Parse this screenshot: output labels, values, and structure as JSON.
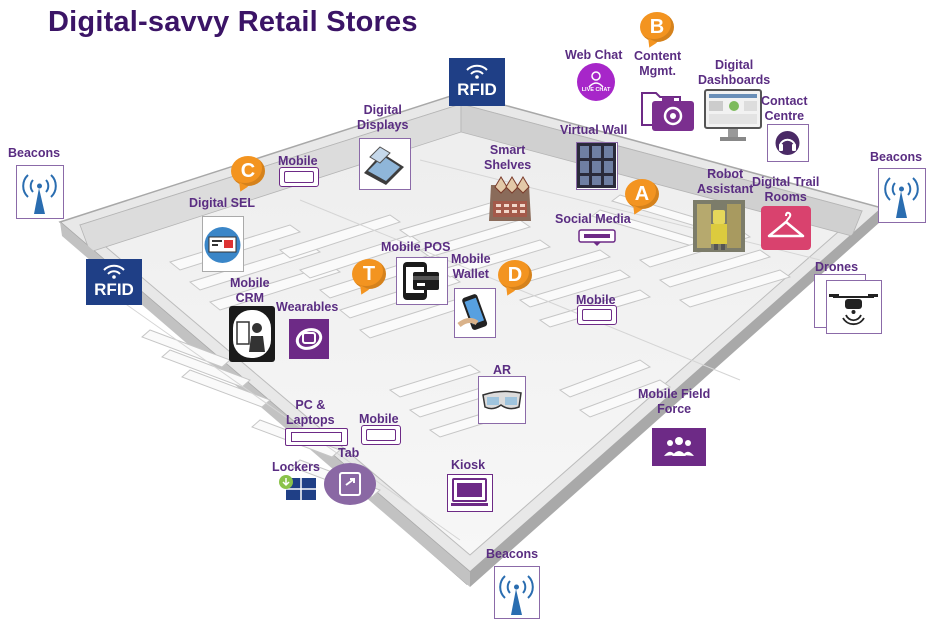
{
  "title": "Digital-savvy Retail Stores",
  "labels": {
    "beacons": "Beacons",
    "mobile": "Mobile",
    "digital_displays": "Digital\nDisplays",
    "rfid": "RFID",
    "web_chat": "Web Chat",
    "content_mgmt": "Content\nMgmt.",
    "digital_dashboards": "Digital\nDashboards",
    "contact_centre": "Contact\nCentre",
    "digital_sel": "Digital SEL",
    "smart_shelves": "Smart\nShelves",
    "virtual_wall": "Virtual Wall",
    "robot_assistant": "Robot\nAssistant",
    "digital_trail_rooms": "Digital Trail\nRooms",
    "social_media": "Social Media",
    "mobile_pos": "Mobile POS",
    "mobile_wallet": "Mobile\nWallet",
    "mobile_crm": "Mobile\nCRM",
    "wearables": "Wearables",
    "drones": "Drones",
    "ar": "AR",
    "mobile_field_force": "Mobile Field\nForce",
    "pc_laptops": "PC &\nLaptops",
    "tab": "Tab",
    "lockers": "Lockers",
    "kiosk": "Kiosk",
    "live_chat": "LIVE CHAT"
  },
  "badges": {
    "a": "A",
    "b": "B",
    "c": "C",
    "d": "D",
    "t": "T"
  },
  "colors": {
    "title": "#3b1466",
    "label": "#5a2d82",
    "accent": "#6d2a86",
    "rfid": "#1f3f86",
    "badge": "#f39420",
    "beacon": "#2a6db0"
  }
}
